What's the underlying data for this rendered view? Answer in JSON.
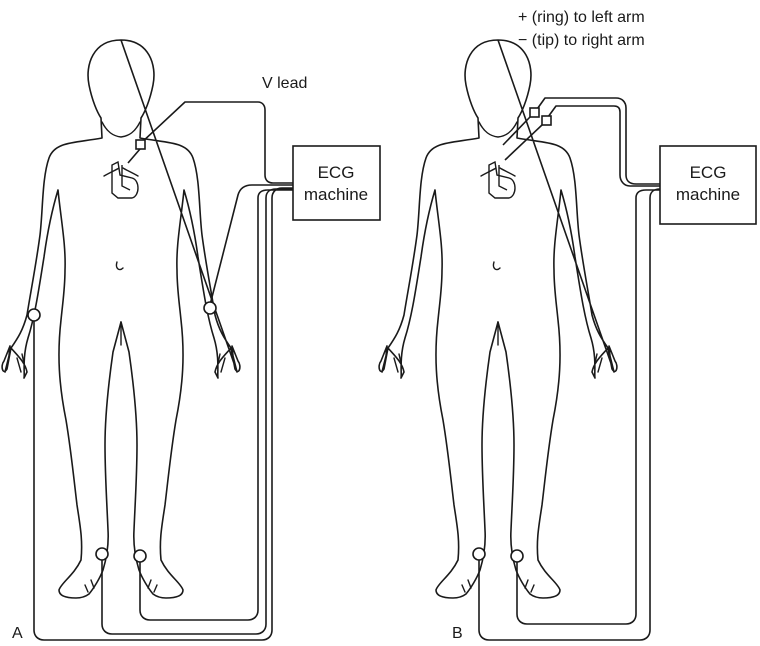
{
  "panel_a": {
    "letter": "A",
    "machine_label_line1": "ECG",
    "machine_label_line2": "machine",
    "lead_label": "V lead"
  },
  "panel_b": {
    "letter": "B",
    "machine_label_line1": "ECG",
    "machine_label_line2": "machine",
    "note_line1": "+ (ring) to left arm",
    "note_line2": "− (tip) to right arm"
  }
}
